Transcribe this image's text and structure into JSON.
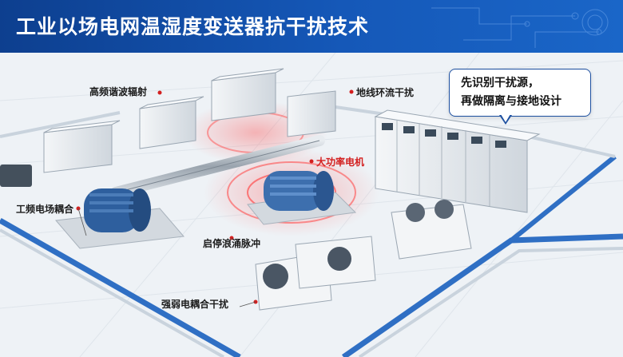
{
  "title": "工业以场电网温湿度变送器抗干扰技术",
  "labels": {
    "harmonic": "高频谐波辐射",
    "ground_loop": "地线环流干扰",
    "motor": "大功率电机",
    "power_freq": "工频电场耦合",
    "surge": "启停浪涌脉冲",
    "coupling": "强弱电耦合干扰"
  },
  "callout": {
    "line1": "先识别干扰源，",
    "line2": "再做隔离与接地设计"
  },
  "colors": {
    "banner": "#1558b8",
    "alert": "#d31f1f",
    "motor_blue": "#2e5f9e",
    "cable_tray": "#2f6fc4"
  }
}
